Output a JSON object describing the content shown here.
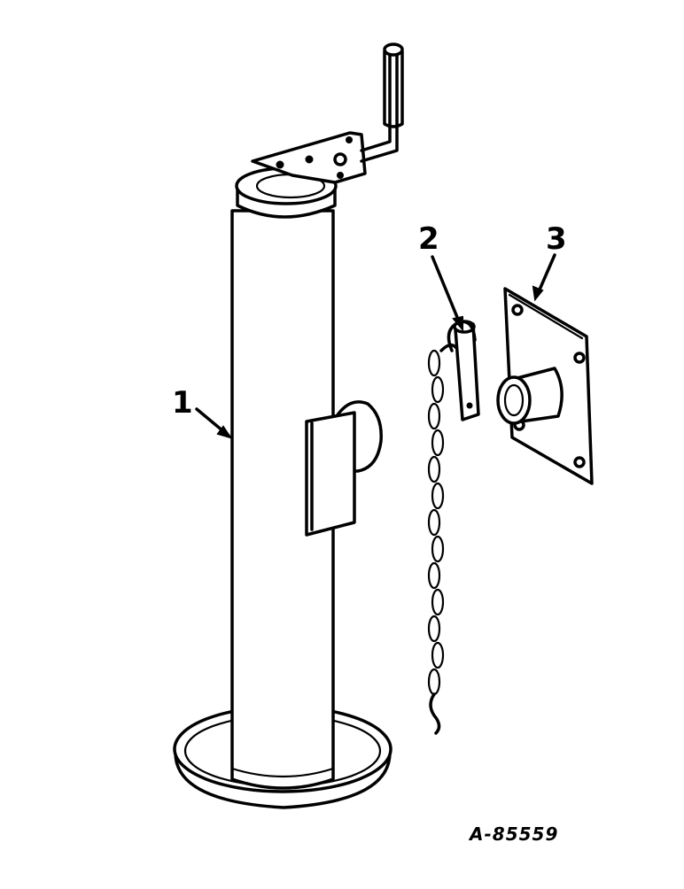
{
  "callouts": {
    "part_1": "1",
    "part_2": "2",
    "part_3": "3"
  },
  "drawing_number": "A-85559",
  "icons": [
    "jack-stand-icon",
    "pin-with-chain-icon",
    "mounting-plate-icon"
  ]
}
